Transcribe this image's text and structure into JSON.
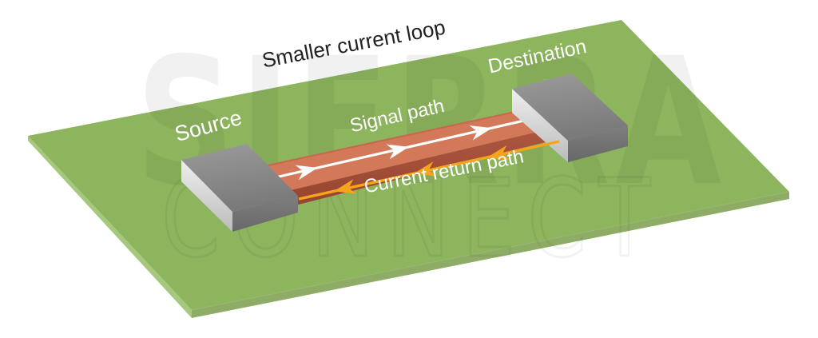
{
  "title": "Smaller current loop",
  "watermark": {
    "line1": "SIERRA",
    "line2": "CONNECT"
  },
  "labels": {
    "source": "Source",
    "destination": "Destination",
    "signal": "Signal path",
    "return": "Current return path"
  },
  "paths": {
    "signal": {
      "direction": "source-to-destination",
      "arrow_count": 3
    },
    "return": {
      "direction": "destination-to-source",
      "arrow_count": 3
    }
  },
  "colors": {
    "background": "#ffffff",
    "board_top": "#8db55e",
    "board_side_left": "#a6c77e",
    "board_side_right": "#8fac66",
    "chip_top_light": "#9b9b9b",
    "chip_top_dark": "#7a7a7a",
    "chip_left_face_light": "#eeeeee",
    "chip_left_face_dark": "#bcbcbc",
    "chip_right_face_light": "#7e7e7e",
    "chip_right_face_dark": "#686868",
    "trace_top": "#d3795a",
    "trace_top_edge": "#c26a4b",
    "trace_front_light": "#ad5740",
    "trace_front_dark": "#93422e",
    "signal_line": "#ffffff",
    "return_line": "#f7a41d",
    "title_text": "#212121",
    "label_text": "#ffffff"
  }
}
